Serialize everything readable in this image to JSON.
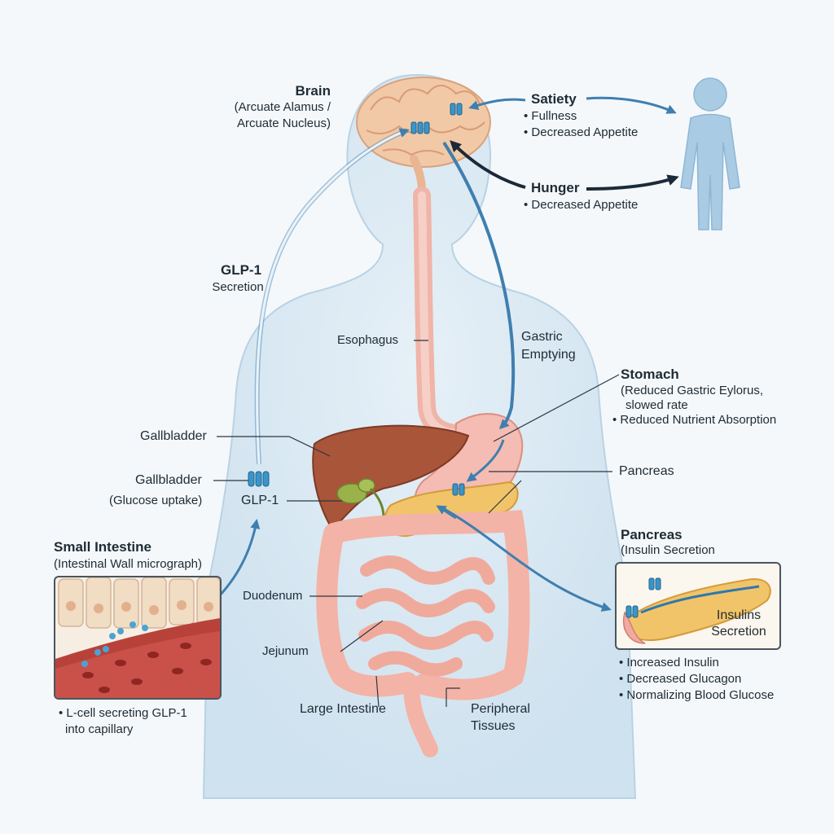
{
  "brain": {
    "title": "Brain",
    "sub1": "(Arcuate Alamus /",
    "sub2": "Arcuate Nucleus)"
  },
  "satiety": {
    "title": "Satiety",
    "items": [
      "Fullness",
      "Decreased Appetite"
    ]
  },
  "hunger": {
    "title": "Hunger",
    "items": [
      "Decreased Appetite"
    ]
  },
  "glp1_secretion": {
    "title": "GLP-1",
    "sub": "Secretion"
  },
  "esophagus": "Esophagus",
  "gastric_emptying": {
    "line1": "Gastric",
    "line2": "Emptying"
  },
  "stomach": {
    "title": "Stomach",
    "sub1": "(Reduced Gastric Eylorus,",
    "sub2": "slowed rate",
    "items": [
      "Reduced Nutrient Absorption"
    ]
  },
  "gallbladder_top": "Gallbladder",
  "gallbladder_mid": {
    "title": "Gallbladder",
    "sub": "(Glucose uptake)"
  },
  "glp1_label": "GLP-1",
  "pancreas_mid": "Pancreas",
  "pancreas_right": {
    "title": "Pancreas",
    "sub": "(Insulin Secretion",
    "box_line1": "Insulins",
    "box_line2": "Secretion",
    "items": [
      "Increased Insulin",
      "Decreased Glucagon",
      "Normalizing Blood Glucose"
    ]
  },
  "small_intestine": {
    "title": "Small Intestine",
    "sub": "(Intestinal Wall micrograph)",
    "items": [
      "L-cell secreting GLP-1",
      "into capillary"
    ]
  },
  "duodenum": "Duodenum",
  "jejunum": "Jejunum",
  "large_intestine": "Large Intestine",
  "peripheral": {
    "line1": "Peripheral",
    "line2": "Tissues"
  },
  "colors": {
    "body": "#d8e8f3",
    "arrow_blue": "#3f7fb0",
    "arrow_dark": "#1b2a38",
    "liver": "#a9553a",
    "pancreas": "#f2c46a",
    "intestine": "#f3b3a6",
    "receptor": "#3a95c8"
  }
}
